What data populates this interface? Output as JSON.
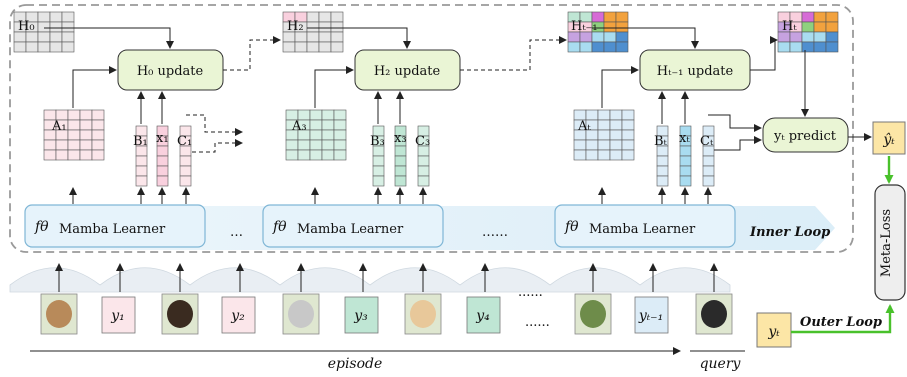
{
  "hidden_states": [
    {
      "id": "h0",
      "label": "H₀"
    },
    {
      "id": "h2",
      "label": "H₂"
    },
    {
      "id": "htm1",
      "label": "Hₜ₋₁"
    },
    {
      "id": "ht",
      "label": "Hₜ"
    }
  ],
  "updates": [
    {
      "id": "u0",
      "label": "H₀ update"
    },
    {
      "id": "u2",
      "label": "H₂ update"
    },
    {
      "id": "utm1",
      "label": "Hₜ₋₁ update"
    }
  ],
  "a_matrices": [
    "A₁",
    "A₃",
    "Aₜ"
  ],
  "b_labels": [
    "B₁",
    "B₃",
    "Bₜ"
  ],
  "x_labels": [
    "x₁",
    "x₃",
    "xₜ"
  ],
  "c_labels": [
    "C₁",
    "C₃",
    "Cₜ"
  ],
  "learner": {
    "f": "fθ",
    "text": "Mamba Learner"
  },
  "predict": "yₜ predict",
  "yhat": "ŷₜ",
  "meta_loss": "Meta-Loss",
  "inner_loop": "Inner Loop",
  "outer_loop": "Outer Loop",
  "ellipsis_short": "…",
  "ellipsis_long": "……",
  "sequence_labels": [
    "y₁",
    "y₂",
    "y₃",
    "y₄",
    "yₜ₋₁"
  ],
  "images": [
    "dog-image",
    "dog-image",
    "cat-image",
    "cat-image",
    "bird-image",
    "panda-image"
  ],
  "dots_top": "......",
  "dots_bottom": "......",
  "query_label": "yₜ",
  "episode": "episode",
  "query": "query",
  "colors": {
    "pink": "#f9d0de",
    "pink_light": "#fbe6ea",
    "green": "#bfe6d4",
    "green_light": "#d7efe4",
    "blue": "#a9dcf0",
    "blue_light": "#dcecf7",
    "update_fill": "#eaf5d5",
    "learner_fill": "#e6f3fb",
    "yellow": "#fce6a6",
    "green_arrow": "#49c12b"
  }
}
